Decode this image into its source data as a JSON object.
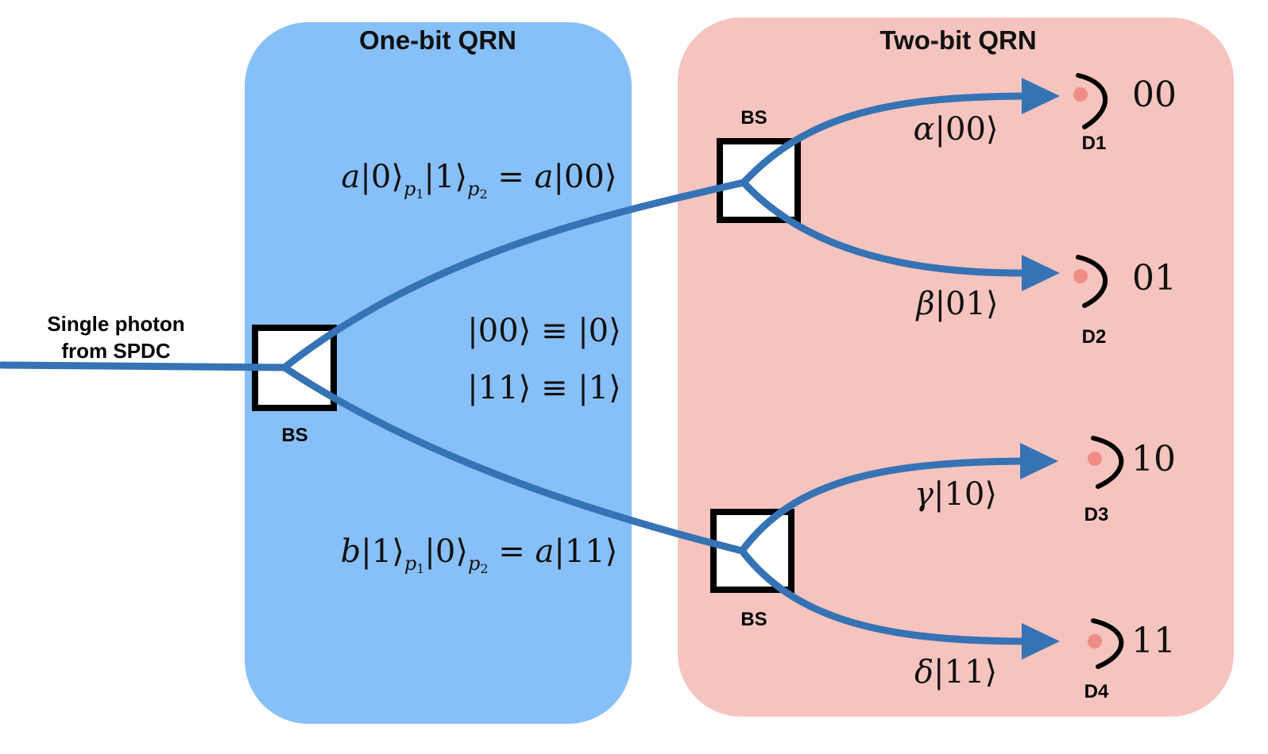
{
  "panels": {
    "one_bit": {
      "title": "One-bit QRN",
      "color": "#87bff8"
    },
    "two_bit": {
      "title": "Two-bit QRN",
      "color": "#f6c4bf"
    }
  },
  "source": {
    "line1": "Single photon",
    "line2": "from SPDC"
  },
  "beam_color": "#3673b5",
  "detector_dot_color": "#f08c85",
  "splitters": [
    {
      "label": "BS"
    },
    {
      "label": "BS"
    },
    {
      "label": "BS"
    }
  ],
  "states": {
    "upper_path": {
      "coef": "a",
      "k1": "0",
      "p1": "p",
      "p1n": "1",
      "k2": "1",
      "p2": "p",
      "p2n": "2",
      "rhs_coef": "a",
      "rhs_ket": "00"
    },
    "lower_path": {
      "coef": "b",
      "k1": "1",
      "p1": "p",
      "p1n": "1",
      "k2": "0",
      "p2": "p",
      "p2n": "2",
      "rhs_coef": "a",
      "rhs_ket": "11"
    },
    "equiv_1": {
      "lhs": "00",
      "rhs": "0"
    },
    "equiv_2": {
      "lhs": "11",
      "rhs": "1"
    },
    "outputs": [
      {
        "coef": "α",
        "ket": "00"
      },
      {
        "coef": "β",
        "ket": "01"
      },
      {
        "coef": "γ",
        "ket": "10"
      },
      {
        "coef": "δ",
        "ket": "11"
      }
    ]
  },
  "detectors": [
    {
      "label": "D1",
      "outcome": "00"
    },
    {
      "label": "D2",
      "outcome": "01"
    },
    {
      "label": "D3",
      "outcome": "10"
    },
    {
      "label": "D4",
      "outcome": "11"
    }
  ]
}
